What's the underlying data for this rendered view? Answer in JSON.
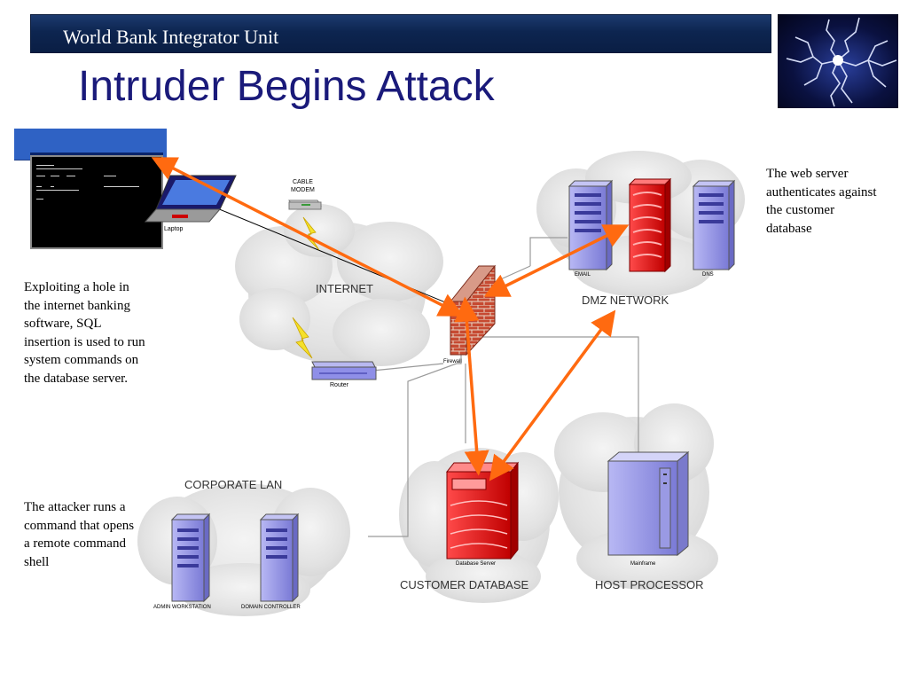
{
  "header": {
    "title": "World Bank Integrator Unit"
  },
  "slide": {
    "title": "Intruder Begins Attack"
  },
  "notes": {
    "left_top": "Exploiting a hole in the internet banking software, SQL insertion is used to run system commands on the database server.",
    "left_bottom": "The attacker runs a command that opens a remote command shell",
    "right_top": "The web server authenticates against the customer database"
  },
  "diagram": {
    "labels": {
      "laptop": "Laptop",
      "cable_modem_1": "CABLE",
      "cable_modem_2": "MODEM",
      "internet": "INTERNET",
      "router": "Router",
      "firewall": "Firewall",
      "email": "EMAIL",
      "dns": "DNS",
      "dmz": "DMZ NETWORK",
      "corporate_lan": "CORPORATE LAN",
      "admin_workstation": "ADMIN WORKSTATION",
      "domain_controller": "DOMAIN CONTROLLER",
      "database_server": "Database Server",
      "customer_database": "CUSTOMER DATABASE",
      "mainframe": "Mainframe",
      "host_processor": "HOST PROCESSOR"
    },
    "colors": {
      "attack_arrow": "#ff6a10",
      "server_blue": "#8f8fe8",
      "server_red": "#e81010",
      "cloud": "#e4e4e4",
      "firewall_brick": "#c0392b"
    }
  }
}
